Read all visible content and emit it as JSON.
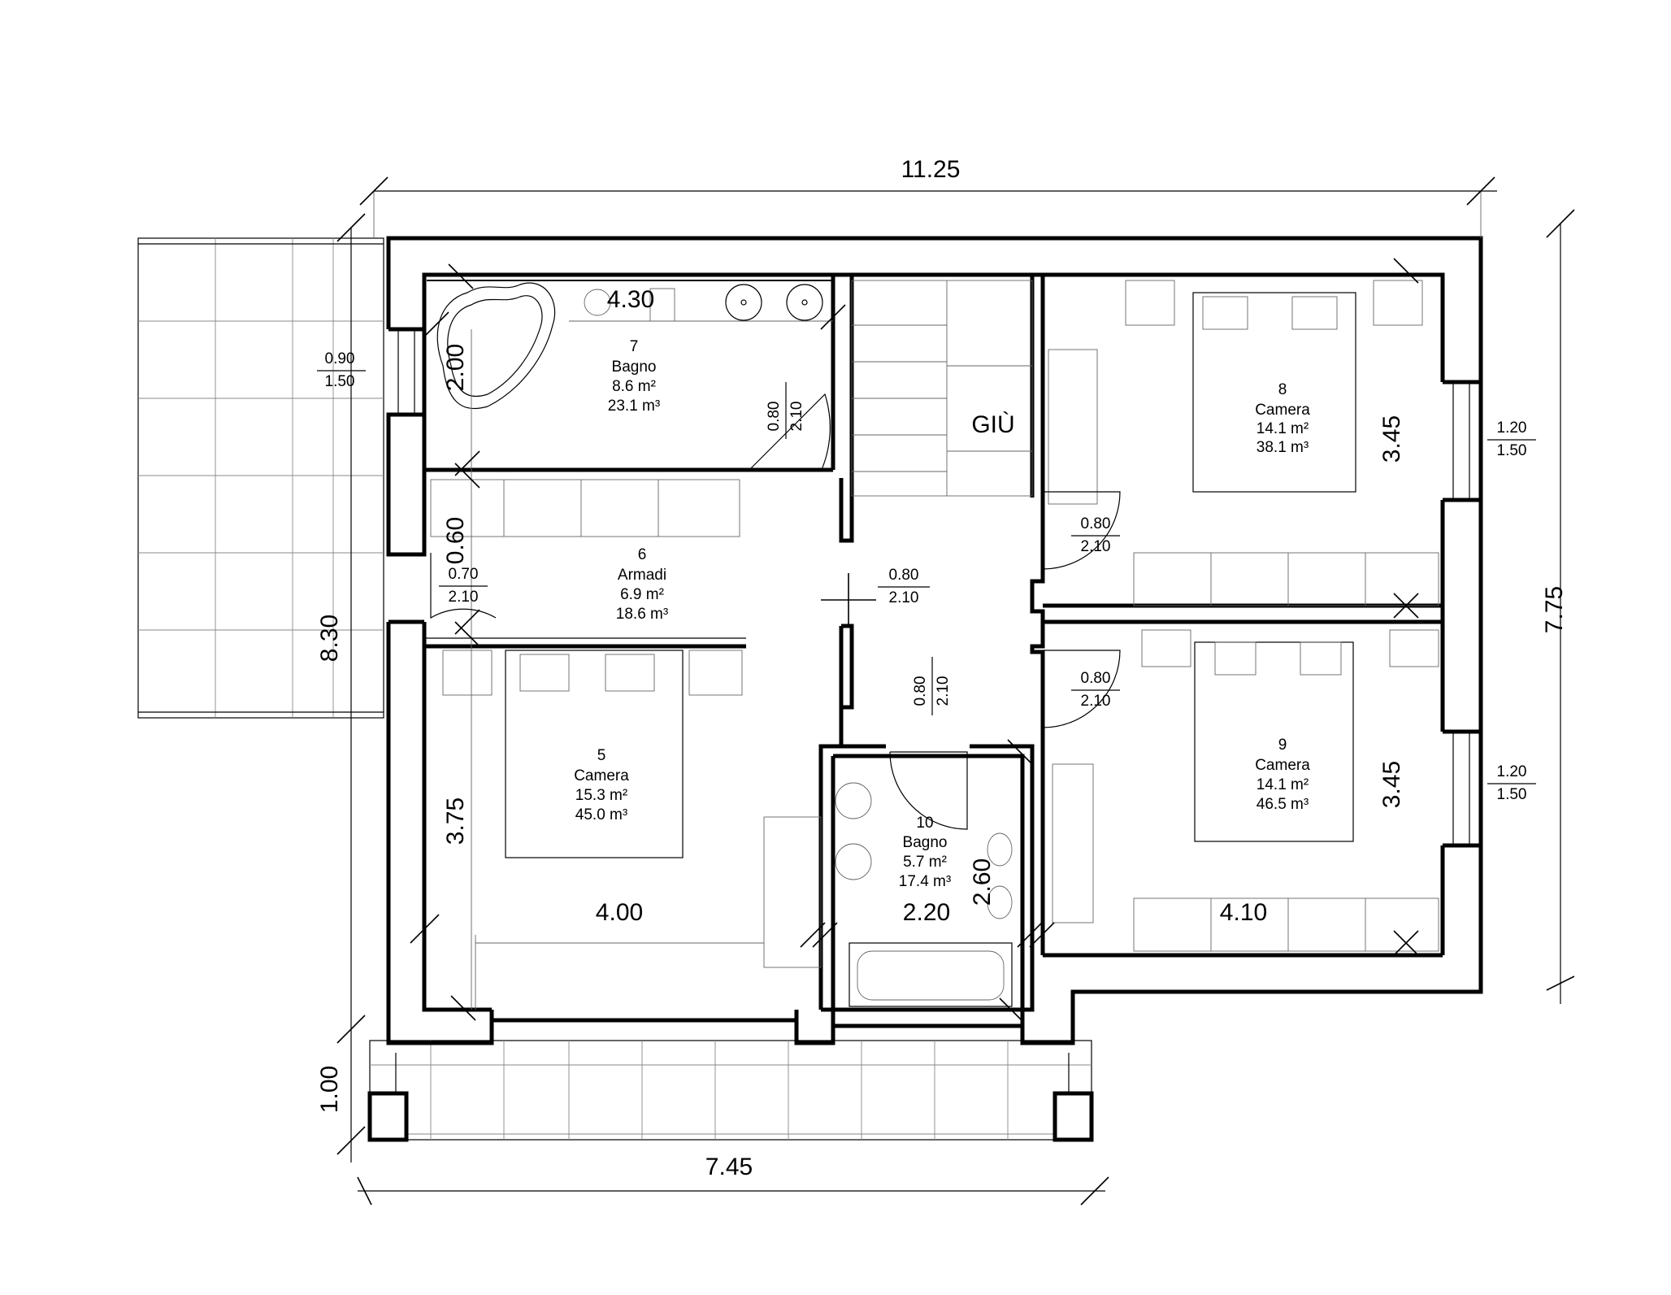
{
  "title": "",
  "dimensions": {
    "overall_width": "11.25",
    "overall_depth": "7.75",
    "left_depth": "8.30",
    "balcony_depth": "1.00",
    "balcony_width": "7.45",
    "bath7_width": "4.30",
    "bath7_depth": "2.00",
    "closet_depth": "0.60",
    "room5_depth": "3.75",
    "room5_width": "4.00",
    "bath10_width": "2.20",
    "bath10_depth": "2.60",
    "room8_depth": "3.45",
    "room9_depth": "3.45",
    "room9_width": "4.10"
  },
  "rooms": [
    {
      "id": "room-7",
      "number": "7",
      "name": "Bagno",
      "area": "8.6 m²",
      "volume": "23.1 m³"
    },
    {
      "id": "room-6",
      "number": "6",
      "name": "Armadi",
      "area": "6.9 m²",
      "volume": "18.6 m³"
    },
    {
      "id": "room-8",
      "number": "8",
      "name": "Camera",
      "area": "14.1 m²",
      "volume": "38.1 m³"
    },
    {
      "id": "room-9",
      "number": "9",
      "name": "Camera",
      "area": "14.1 m²",
      "volume": "46.5 m³"
    },
    {
      "id": "room-5",
      "number": "5",
      "name": "Camera",
      "area": "15.3 m²",
      "volume": "45.0 m³"
    },
    {
      "id": "room-10",
      "number": "10",
      "name": "Bagno",
      "area": "5.7 m²",
      "volume": "17.4 m³"
    }
  ],
  "stair_label": "GIÙ",
  "openings": [
    {
      "id": "win-left",
      "top": "0.90",
      "bottom": "1.50"
    },
    {
      "id": "win-right-top",
      "top": "1.20",
      "bottom": "1.50"
    },
    {
      "id": "win-right-bottom",
      "top": "1.20",
      "bottom": "1.50"
    },
    {
      "id": "door-bath7",
      "top": "0.80",
      "bottom": "2.10"
    },
    {
      "id": "door-room8",
      "top": "0.80",
      "bottom": "2.10"
    },
    {
      "id": "door-room9",
      "top": "0.80",
      "bottom": "2.10"
    },
    {
      "id": "door-hall",
      "top": "0.80",
      "bottom": "2.10"
    },
    {
      "id": "door-armadi",
      "top": "0.70",
      "bottom": "2.10"
    },
    {
      "id": "door-bath10",
      "top": "0.80",
      "bottom": "2.10"
    }
  ]
}
